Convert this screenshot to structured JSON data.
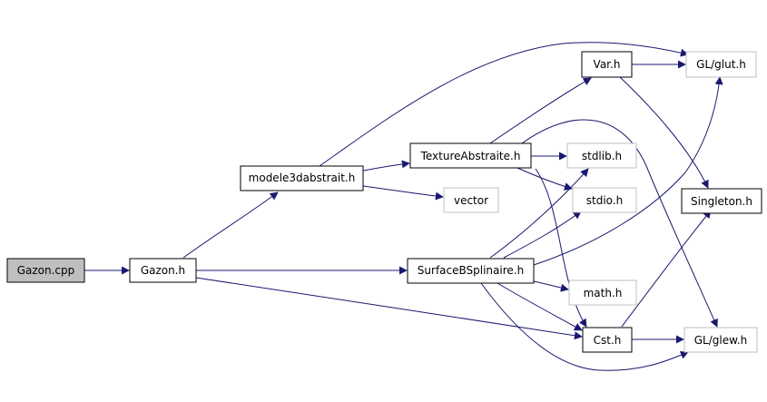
{
  "colors": {
    "edge": "#191970",
    "root_fill": "#bfbfbf",
    "node_border": "#000000",
    "external_border": "#bfbfbf",
    "text": "#000000"
  },
  "nodes": [
    {
      "id": "gazon_cpp",
      "label": "Gazon.cpp",
      "kind": "root"
    },
    {
      "id": "gazon_h",
      "label": "Gazon.h",
      "kind": "internal"
    },
    {
      "id": "modele3d",
      "label": "modele3dabstrait.h",
      "kind": "internal"
    },
    {
      "id": "vector",
      "label": "vector",
      "kind": "external"
    },
    {
      "id": "texture",
      "label": "TextureAbstraite.h",
      "kind": "internal"
    },
    {
      "id": "var",
      "label": "Var.h",
      "kind": "internal"
    },
    {
      "id": "glut",
      "label": "GL/glut.h",
      "kind": "external"
    },
    {
      "id": "stdlib",
      "label": "stdlib.h",
      "kind": "external"
    },
    {
      "id": "stdio",
      "label": "stdio.h",
      "kind": "external"
    },
    {
      "id": "singleton",
      "label": "Singleton.h",
      "kind": "internal"
    },
    {
      "id": "surface",
      "label": "SurfaceBSplinaire.h",
      "kind": "internal"
    },
    {
      "id": "math",
      "label": "math.h",
      "kind": "external"
    },
    {
      "id": "cst",
      "label": "Cst.h",
      "kind": "internal"
    },
    {
      "id": "glew",
      "label": "GL/glew.h",
      "kind": "external"
    }
  ],
  "edges": [
    [
      "gazon_cpp",
      "gazon_h"
    ],
    [
      "gazon_h",
      "modele3d"
    ],
    [
      "gazon_h",
      "surface"
    ],
    [
      "gazon_h",
      "cst"
    ],
    [
      "modele3d",
      "texture"
    ],
    [
      "modele3d",
      "vector"
    ],
    [
      "modele3d",
      "glut"
    ],
    [
      "texture",
      "var"
    ],
    [
      "texture",
      "stdlib"
    ],
    [
      "texture",
      "stdio"
    ],
    [
      "texture",
      "cst"
    ],
    [
      "texture",
      "glew"
    ],
    [
      "var",
      "glut"
    ],
    [
      "var",
      "singleton"
    ],
    [
      "surface",
      "stdlib"
    ],
    [
      "surface",
      "stdio"
    ],
    [
      "surface",
      "glut"
    ],
    [
      "surface",
      "math"
    ],
    [
      "surface",
      "cst"
    ],
    [
      "surface",
      "glew"
    ],
    [
      "cst",
      "singleton"
    ],
    [
      "cst",
      "glew"
    ]
  ]
}
